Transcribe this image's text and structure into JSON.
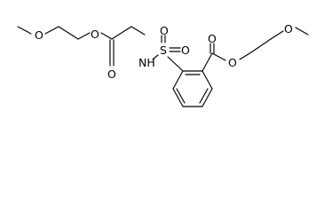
{
  "molecule": {
    "atom_labels": {
      "o_ether_left": "O",
      "o_ester_left": "O",
      "o_carbonyl_left": "O",
      "nh": "NH",
      "s": "S",
      "o_sulfonyl_top": "O",
      "o_sulfonyl_right": "O",
      "o_carbonyl_right": "O",
      "o_ester_right": "O",
      "o_ether_right": "O"
    },
    "colors": {
      "bond": "#000000",
      "label": "#000000",
      "background": "#ffffff"
    }
  }
}
